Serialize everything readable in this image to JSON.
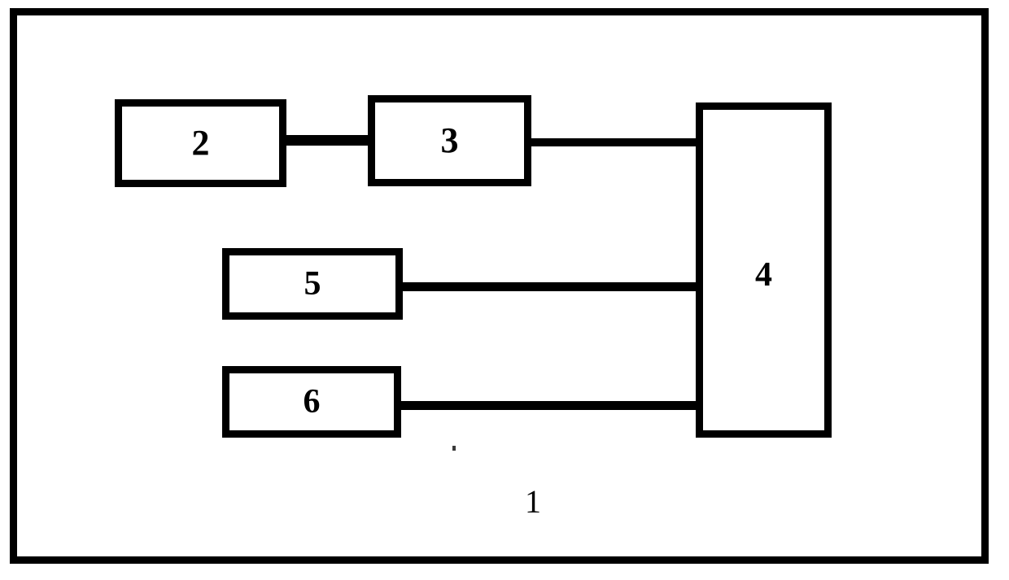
{
  "diagram": {
    "type": "block-diagram",
    "title": "",
    "style": "patent-line-drawing",
    "colors": {
      "stroke": "#000000",
      "fill": "#ffffff",
      "background": "#ffffff"
    },
    "enclosure": {
      "reference_numeral": "1",
      "label_position": "bottom-center"
    },
    "blocks": [
      {
        "id": "block-2",
        "label": "2",
        "shape": "rectangle",
        "orientation": "horizontal"
      },
      {
        "id": "block-3",
        "label": "3",
        "shape": "rectangle",
        "orientation": "horizontal"
      },
      {
        "id": "block-4",
        "label": "4",
        "shape": "rectangle",
        "orientation": "vertical"
      },
      {
        "id": "block-5",
        "label": "5",
        "shape": "rectangle",
        "orientation": "horizontal"
      },
      {
        "id": "block-6",
        "label": "6",
        "shape": "rectangle",
        "orientation": "horizontal"
      }
    ],
    "connections": [
      {
        "id": "conn-2-3",
        "from": "2",
        "to": "3",
        "style": "solid-line",
        "direction": "horizontal"
      },
      {
        "id": "conn-3-4",
        "from": "3",
        "to": "4",
        "style": "solid-line",
        "direction": "horizontal"
      },
      {
        "id": "conn-5-4",
        "from": "5",
        "to": "4",
        "style": "solid-line",
        "direction": "horizontal"
      },
      {
        "id": "conn-6-4",
        "from": "6",
        "to": "4",
        "style": "solid-line",
        "direction": "horizontal"
      }
    ],
    "artifacts": [
      {
        "id": "speck-a",
        "kind": "scan-speck"
      }
    ]
  }
}
